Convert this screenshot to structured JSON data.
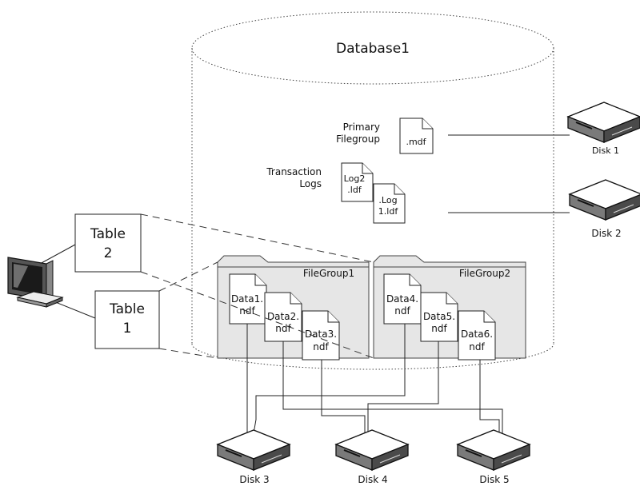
{
  "database": {
    "title": "Database1"
  },
  "primary_filegroup": {
    "label_line1": "Primary",
    "label_line2": "Filegroup",
    "file": ".mdf"
  },
  "transaction_logs": {
    "label_line1": "Transaction",
    "label_line2": "Logs",
    "files": [
      {
        "line1": "Log2",
        "line2": ".ldf"
      },
      {
        "line1": ".Log",
        "line2": "1.ldf"
      }
    ]
  },
  "filegroups": [
    {
      "title": "FileGroup1",
      "files": [
        {
          "line1": "Data1.",
          "line2": "ndf"
        },
        {
          "line1": "Data2.",
          "line2": "ndf"
        },
        {
          "line1": "Data3.",
          "line2": "ndf"
        }
      ]
    },
    {
      "title": "FileGroup2",
      "files": [
        {
          "line1": "Data4.",
          "line2": "ndf"
        },
        {
          "line1": "Data5.",
          "line2": "ndf"
        },
        {
          "line1": "Data6.",
          "line2": "ndf"
        }
      ]
    }
  ],
  "tables": [
    {
      "line1": "Table",
      "line2": "2"
    },
    {
      "line1": "Table",
      "line2": "1"
    }
  ],
  "disks": [
    "Disk 1",
    "Disk 2",
    "Disk 3",
    "Disk 4",
    "Disk 5"
  ]
}
